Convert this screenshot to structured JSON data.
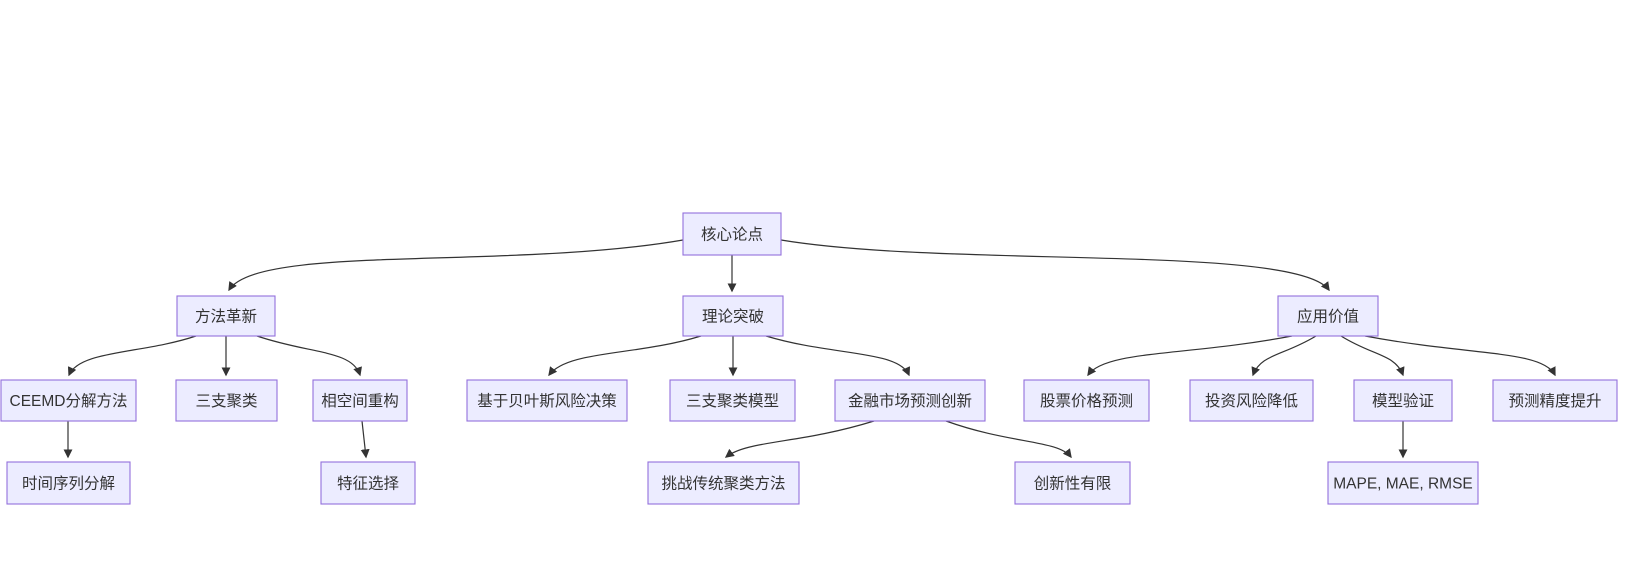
{
  "diagram": {
    "type": "flowchart",
    "direction": "top-down",
    "colors": {
      "background": "#ffffff",
      "node_fill": "#ececff",
      "node_border": "#9370db",
      "edge": "#333333",
      "text": "#333333"
    },
    "nodes": [
      {
        "id": "core",
        "label": "核心论点",
        "level": 1
      },
      {
        "id": "method",
        "label": "方法革新",
        "level": 2
      },
      {
        "id": "theory",
        "label": "理论突破",
        "level": 2
      },
      {
        "id": "application",
        "label": "应用价值",
        "level": 2
      },
      {
        "id": "ceemd",
        "label": "CEEMD分解方法",
        "level": 3
      },
      {
        "id": "three-way-clustering",
        "label": "三支聚类",
        "level": 3
      },
      {
        "id": "phase-space",
        "label": "相空间重构",
        "level": 3
      },
      {
        "id": "bayes",
        "label": "基于贝叶斯风险决策",
        "level": 3
      },
      {
        "id": "three-way-model",
        "label": "三支聚类模型",
        "level": 3
      },
      {
        "id": "finance",
        "label": "金融市场预测创新",
        "level": 3
      },
      {
        "id": "stock",
        "label": "股票价格预测",
        "level": 3
      },
      {
        "id": "investment",
        "label": "投资风险降低",
        "level": 3
      },
      {
        "id": "validation",
        "label": "模型验证",
        "level": 3
      },
      {
        "id": "precision",
        "label": "预测精度提升",
        "level": 3
      },
      {
        "id": "time-series",
        "label": "时间序列分解",
        "level": 4
      },
      {
        "id": "feature",
        "label": "特征选择",
        "level": 4
      },
      {
        "id": "challenge",
        "label": "挑战传统聚类方法",
        "level": 4
      },
      {
        "id": "limited",
        "label": "创新性有限",
        "level": 4
      },
      {
        "id": "metrics",
        "label": "MAPE, MAE, RMSE",
        "level": 4
      }
    ],
    "edges": [
      {
        "from": "core",
        "to": "method"
      },
      {
        "from": "core",
        "to": "theory"
      },
      {
        "from": "core",
        "to": "application"
      },
      {
        "from": "method",
        "to": "ceemd"
      },
      {
        "from": "method",
        "to": "three-way-clustering"
      },
      {
        "from": "method",
        "to": "phase-space"
      },
      {
        "from": "theory",
        "to": "bayes"
      },
      {
        "from": "theory",
        "to": "three-way-model"
      },
      {
        "from": "theory",
        "to": "finance"
      },
      {
        "from": "application",
        "to": "stock"
      },
      {
        "from": "application",
        "to": "investment"
      },
      {
        "from": "application",
        "to": "validation"
      },
      {
        "from": "application",
        "to": "precision"
      },
      {
        "from": "ceemd",
        "to": "time-series"
      },
      {
        "from": "phase-space",
        "to": "feature"
      },
      {
        "from": "finance",
        "to": "challenge"
      },
      {
        "from": "finance",
        "to": "limited"
      },
      {
        "from": "validation",
        "to": "metrics"
      }
    ]
  }
}
